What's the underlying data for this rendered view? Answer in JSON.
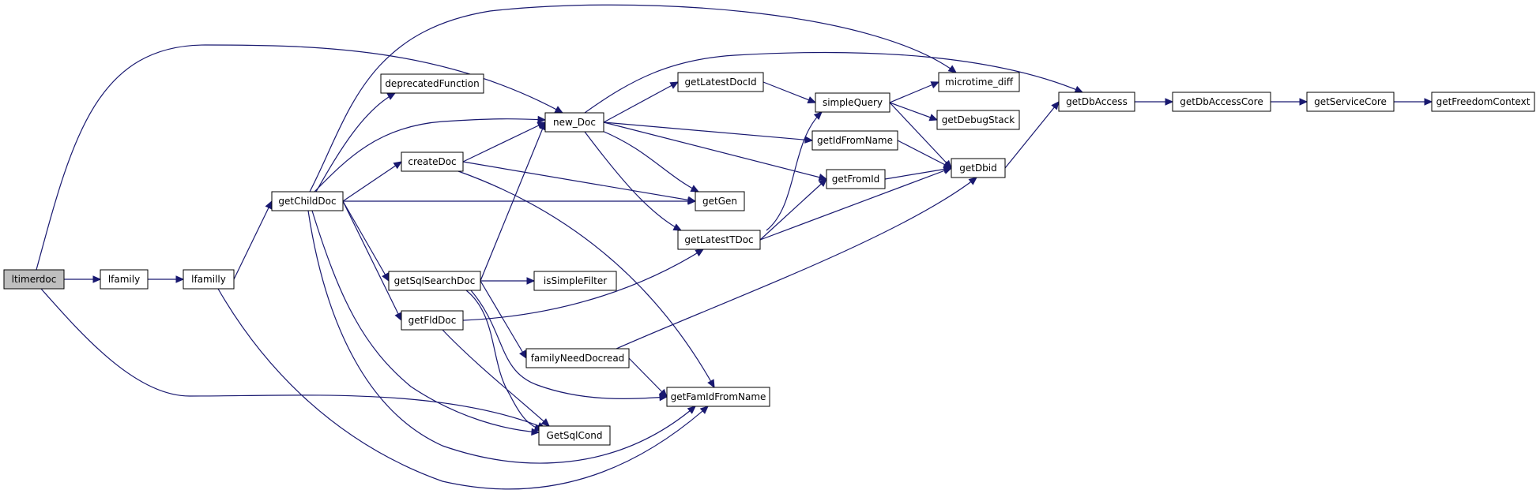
{
  "diagram": {
    "nodes": [
      {
        "id": "ltimerdoc",
        "label": "ltimerdoc",
        "root": true
      },
      {
        "id": "lfamily",
        "label": "lfamily"
      },
      {
        "id": "lfamilly",
        "label": "lfamilly"
      },
      {
        "id": "getChildDoc",
        "label": "getChildDoc"
      },
      {
        "id": "deprecatedFunction",
        "label": "deprecatedFunction"
      },
      {
        "id": "createDoc",
        "label": "createDoc"
      },
      {
        "id": "getSqlSearchDoc",
        "label": "getSqlSearchDoc"
      },
      {
        "id": "getFldDoc",
        "label": "getFldDoc"
      },
      {
        "id": "new_Doc",
        "label": "new_Doc"
      },
      {
        "id": "isSimpleFilter",
        "label": "isSimpleFilter"
      },
      {
        "id": "familyNeedDocread",
        "label": "familyNeedDocread"
      },
      {
        "id": "GetSqlCond",
        "label": "GetSqlCond"
      },
      {
        "id": "getFamIdFromName",
        "label": "getFamIdFromName"
      },
      {
        "id": "getLatestDocId",
        "label": "getLatestDocId"
      },
      {
        "id": "getGen",
        "label": "getGen"
      },
      {
        "id": "getLatestTDoc",
        "label": "getLatestTDoc"
      },
      {
        "id": "simpleQuery",
        "label": "simpleQuery"
      },
      {
        "id": "getIdFromName",
        "label": "getIdFromName"
      },
      {
        "id": "getFromId",
        "label": "getFromId"
      },
      {
        "id": "microtime_diff",
        "label": "microtime_diff"
      },
      {
        "id": "getDebugStack",
        "label": "getDebugStack"
      },
      {
        "id": "getDbid",
        "label": "getDbid"
      },
      {
        "id": "getDbAccess",
        "label": "getDbAccess"
      },
      {
        "id": "getDbAccessCore",
        "label": "getDbAccessCore"
      },
      {
        "id": "getServiceCore",
        "label": "getServiceCore"
      },
      {
        "id": "getFreedomContext",
        "label": "getFreedomContext"
      }
    ],
    "edges": [
      [
        "ltimerdoc",
        "lfamily"
      ],
      [
        "ltimerdoc",
        "new_Doc"
      ],
      [
        "ltimerdoc",
        "GetSqlCond"
      ],
      [
        "lfamily",
        "lfamilly"
      ],
      [
        "lfamilly",
        "getChildDoc"
      ],
      [
        "lfamilly",
        "getFamIdFromName"
      ],
      [
        "getChildDoc",
        "deprecatedFunction"
      ],
      [
        "getChildDoc",
        "new_Doc"
      ],
      [
        "getChildDoc",
        "createDoc"
      ],
      [
        "getChildDoc",
        "getGen"
      ],
      [
        "getChildDoc",
        "getSqlSearchDoc"
      ],
      [
        "getChildDoc",
        "getFldDoc"
      ],
      [
        "getChildDoc",
        "GetSqlCond"
      ],
      [
        "getChildDoc",
        "getFamIdFromName"
      ],
      [
        "getChildDoc",
        "microtime_diff"
      ],
      [
        "createDoc",
        "new_Doc"
      ],
      [
        "createDoc",
        "getGen"
      ],
      [
        "createDoc",
        "getFamIdFromName"
      ],
      [
        "getSqlSearchDoc",
        "new_Doc"
      ],
      [
        "getSqlSearchDoc",
        "isSimpleFilter"
      ],
      [
        "getSqlSearchDoc",
        "familyNeedDocread"
      ],
      [
        "getSqlSearchDoc",
        "GetSqlCond"
      ],
      [
        "getSqlSearchDoc",
        "getFamIdFromName"
      ],
      [
        "getFldDoc",
        "getLatestTDoc"
      ],
      [
        "getFldDoc",
        "GetSqlCond"
      ],
      [
        "familyNeedDocread",
        "getFamIdFromName"
      ],
      [
        "familyNeedDocread",
        "getDbid"
      ],
      [
        "new_Doc",
        "getLatestDocId"
      ],
      [
        "new_Doc",
        "getIdFromName"
      ],
      [
        "new_Doc",
        "getFromId"
      ],
      [
        "new_Doc",
        "getGen"
      ],
      [
        "new_Doc",
        "getLatestTDoc"
      ],
      [
        "new_Doc",
        "getDbAccess"
      ],
      [
        "getLatestDocId",
        "simpleQuery"
      ],
      [
        "getLatestTDoc",
        "simpleQuery"
      ],
      [
        "getLatestTDoc",
        "getFromId"
      ],
      [
        "getLatestTDoc",
        "getDbid"
      ],
      [
        "simpleQuery",
        "microtime_diff"
      ],
      [
        "simpleQuery",
        "getDebugStack"
      ],
      [
        "simpleQuery",
        "getDbid"
      ],
      [
        "getIdFromName",
        "getDbid"
      ],
      [
        "getFromId",
        "getDbid"
      ],
      [
        "getDbid",
        "getDbAccess"
      ],
      [
        "getDbAccess",
        "getDbAccessCore"
      ],
      [
        "getDbAccessCore",
        "getServiceCore"
      ],
      [
        "getServiceCore",
        "getFreedomContext"
      ]
    ]
  }
}
